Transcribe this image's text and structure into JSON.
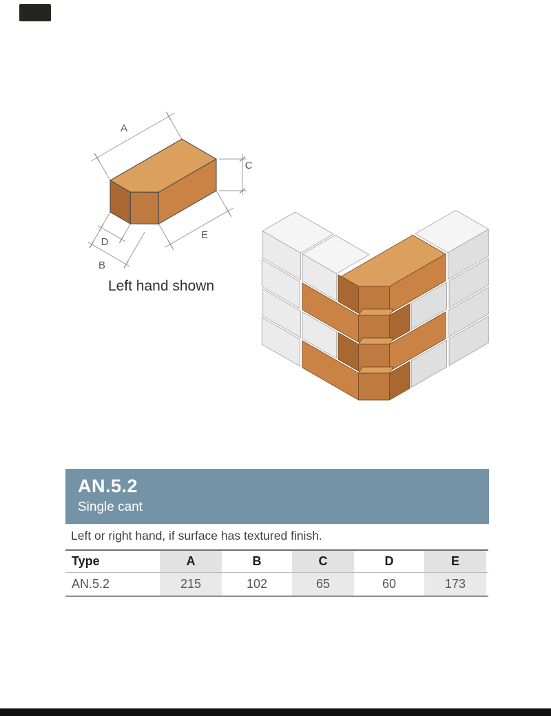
{
  "product": {
    "code": "AN.5.2",
    "name": "Single cant",
    "note": "Left or right hand, if surface has textured finish."
  },
  "diagram": {
    "caption": "Left hand shown",
    "dim_labels": {
      "a": "A",
      "b": "B",
      "c": "C",
      "d": "D",
      "e": "E"
    }
  },
  "table": {
    "headers": [
      "Type",
      "A",
      "B",
      "C",
      "D",
      "E"
    ],
    "rows": [
      {
        "type": "AN.5.2",
        "a": "215",
        "b": "102",
        "c": "65",
        "d": "60",
        "e": "173"
      }
    ]
  },
  "colors": {
    "band_bg": "#7593a6",
    "orange_top": "#dca05e",
    "orange_face": "#cb8345",
    "orange_cant": "#bf7a3f",
    "orange_end": "#a96832",
    "wall_gray_top": "#f5f5f5",
    "wall_gray_left": "#ebebeb",
    "wall_gray_right": "#dfdfdf",
    "footer_bar": "#111111",
    "logo_block": "#26241f"
  }
}
